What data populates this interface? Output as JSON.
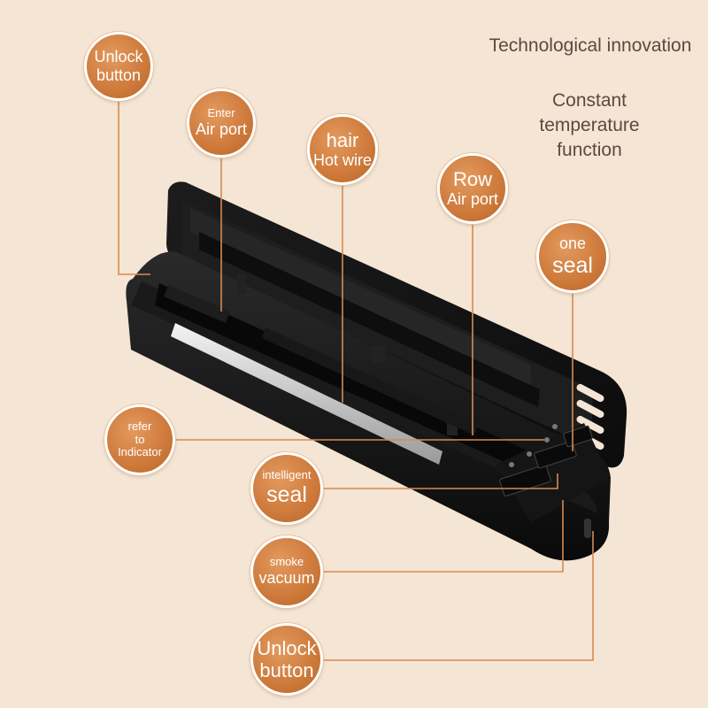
{
  "headlines": {
    "line1": "Technological innovation",
    "line2a": "Constant temperature",
    "line2b": "function"
  },
  "callouts": {
    "unlock_top": {
      "line1": "Unlock",
      "line2": "button"
    },
    "enter": {
      "line1": "Enter",
      "line2": "Air port"
    },
    "hair": {
      "line1": "hair",
      "line2": "Hot wire"
    },
    "row": {
      "line1": "Row",
      "line2": "Air port"
    },
    "one": {
      "line1": "one",
      "line2": "seal"
    },
    "refer": {
      "line1": "refer",
      "line2": "to",
      "line3": "Indicator"
    },
    "intelligent": {
      "line1": "intelligent",
      "line2": "seal"
    },
    "smoke": {
      "line1": "smoke",
      "line2": "vacuum"
    },
    "unlock_bottom": {
      "line1": "Unlock",
      "line2": "button"
    }
  },
  "colors": {
    "background": "#f5e5d4",
    "callout": "#cf7c3d",
    "leader_line": "#d88a50",
    "device": "#121212"
  }
}
